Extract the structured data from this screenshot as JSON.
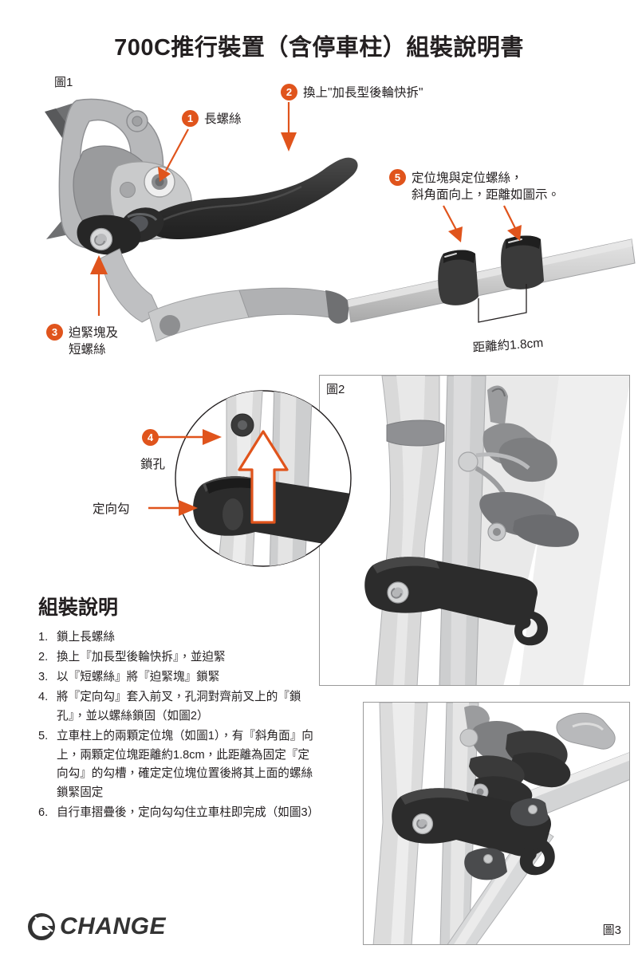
{
  "document": {
    "title": "700C推行裝置（含停車柱）組裝說明書"
  },
  "figures": {
    "fig1_label": "圖1",
    "fig2_label": "圖2",
    "fig3_label": "圖3"
  },
  "callouts": [
    {
      "number": "1",
      "text": "長螺絲"
    },
    {
      "number": "2",
      "text": "換上\"加長型後輪快拆\""
    },
    {
      "number": "3",
      "text": "迫緊塊及\n短螺絲"
    },
    {
      "number": "4",
      "text": "鎖孔"
    },
    {
      "number": "5",
      "text": "定位塊與定位螺絲，\n斜角面向上，距離如圖示。"
    }
  ],
  "labels": {
    "hook_label": "定向勾",
    "distance_label": "距離約1.8cm"
  },
  "howto": {
    "heading": "組裝說明",
    "steps": [
      {
        "num": "1.",
        "text": "鎖上長螺絲"
      },
      {
        "num": "2.",
        "text": "換上『加長型後輪快拆』，並迫緊"
      },
      {
        "num": "3.",
        "text": "以『短螺絲』將『迫緊塊』鎖緊"
      },
      {
        "num": "4.",
        "text": "將『定向勾』套入前叉，孔洞對齊前叉上的『鎖孔』，並以螺絲鎖固（如圖2）"
      },
      {
        "num": "5.",
        "text": "立車柱上的兩顆定位塊（如圖1），有『斜角面』向上，兩顆定位塊距離約1.8cm，此距離為固定『定向勾』的勾槽，確定定位塊位置後將其上面的螺絲鎖緊固定"
      },
      {
        "num": "6.",
        "text": "自行車摺疊後，定向勾勾住立車柱即完成（如圖3）"
      }
    ]
  },
  "brand": {
    "name": "CHANGE",
    "mark": "c-logo-mark"
  },
  "colors": {
    "accent": "#e0541c",
    "ink": "#231f20",
    "metal_light": "#d6d6d6",
    "metal_mid": "#a8a8a8",
    "metal_dark": "#6f7072",
    "black_part": "#2f2f2f",
    "panel_border": "#9a9a9a"
  }
}
